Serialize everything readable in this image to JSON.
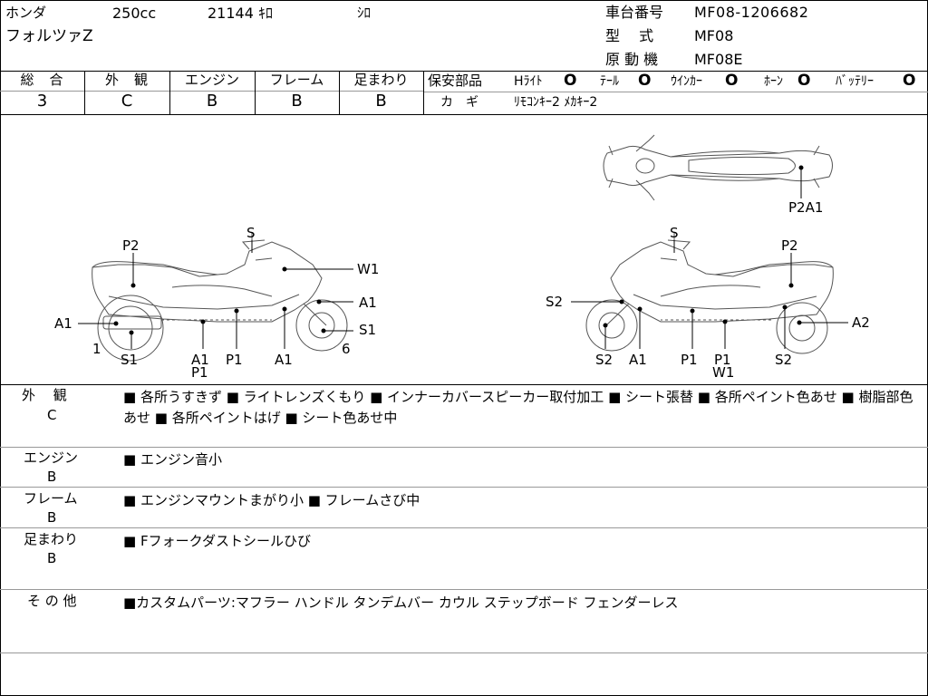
{
  "header": {
    "maker": "ホンダ",
    "model": "フォルツァZ",
    "displacement": "250cc",
    "mileage": "21144 ｷﾛ",
    "color": "ｼﾛ",
    "frame_label": "車台番号",
    "frame_value": "MF08-1206682",
    "type_label": "型　 式",
    "type_value": "MF08",
    "engine_label": "原 動 機",
    "engine_value": "MF08E"
  },
  "grades": [
    {
      "label": "総　合",
      "value": "3"
    },
    {
      "label": "外　観",
      "value": "C"
    },
    {
      "label": "エンジン",
      "value": "B"
    },
    {
      "label": "フレーム",
      "value": "B"
    },
    {
      "label": "足まわり",
      "value": "B"
    }
  ],
  "safety": {
    "label": "保安部品",
    "items": [
      {
        "name": "Hﾗｲﾄ",
        "status": "O"
      },
      {
        "name": "ﾃｰﾙ",
        "status": "O"
      },
      {
        "name": "ｳｲﾝｶｰ",
        "status": "O"
      },
      {
        "name": "ﾎｰﾝ",
        "status": "O"
      },
      {
        "name": "ﾊﾞｯﾃﾘｰ",
        "status": "O"
      }
    ],
    "key_label": "カ　ギ",
    "key_value": "ﾘﾓｺﾝｷｰ2 ﾒｶｷｰ2"
  },
  "diagram": {
    "top_view": [
      "P2A1"
    ],
    "left_view": [
      "S",
      "P2",
      "W1",
      "A1",
      "A1",
      "S1",
      "1",
      "S1",
      "A1",
      "P1",
      "P1",
      "A1",
      "6"
    ],
    "right_view": [
      "S",
      "P2",
      "S2",
      "A2",
      "S2",
      "A1",
      "P1",
      "P1",
      "W1",
      "S2"
    ]
  },
  "notes": [
    {
      "label": "外　 観",
      "grade": "C",
      "text": "■ 各所うすきず ■ ライトレンズくもり ■ インナーカバースピーカー取付加工 ■ シート張替 ■ 各所ペイント色あせ ■ 樹脂部色あせ ■ 各所ペイントはげ ■ シート色あせ中"
    },
    {
      "label": "エンジン",
      "grade": "B",
      "text": "■ エンジン音小"
    },
    {
      "label": "フレーム",
      "grade": "B",
      "text": "■ エンジンマウントまがり小 ■ フレームさび中"
    },
    {
      "label": "足まわり",
      "grade": "B",
      "text": "■ Fフォークダストシールひび"
    },
    {
      "label": "そ の 他",
      "grade": "",
      "text": "■カスタムパーツ:マフラー ハンドル タンデムバー カウル ステップボード フェンダーレス"
    }
  ]
}
